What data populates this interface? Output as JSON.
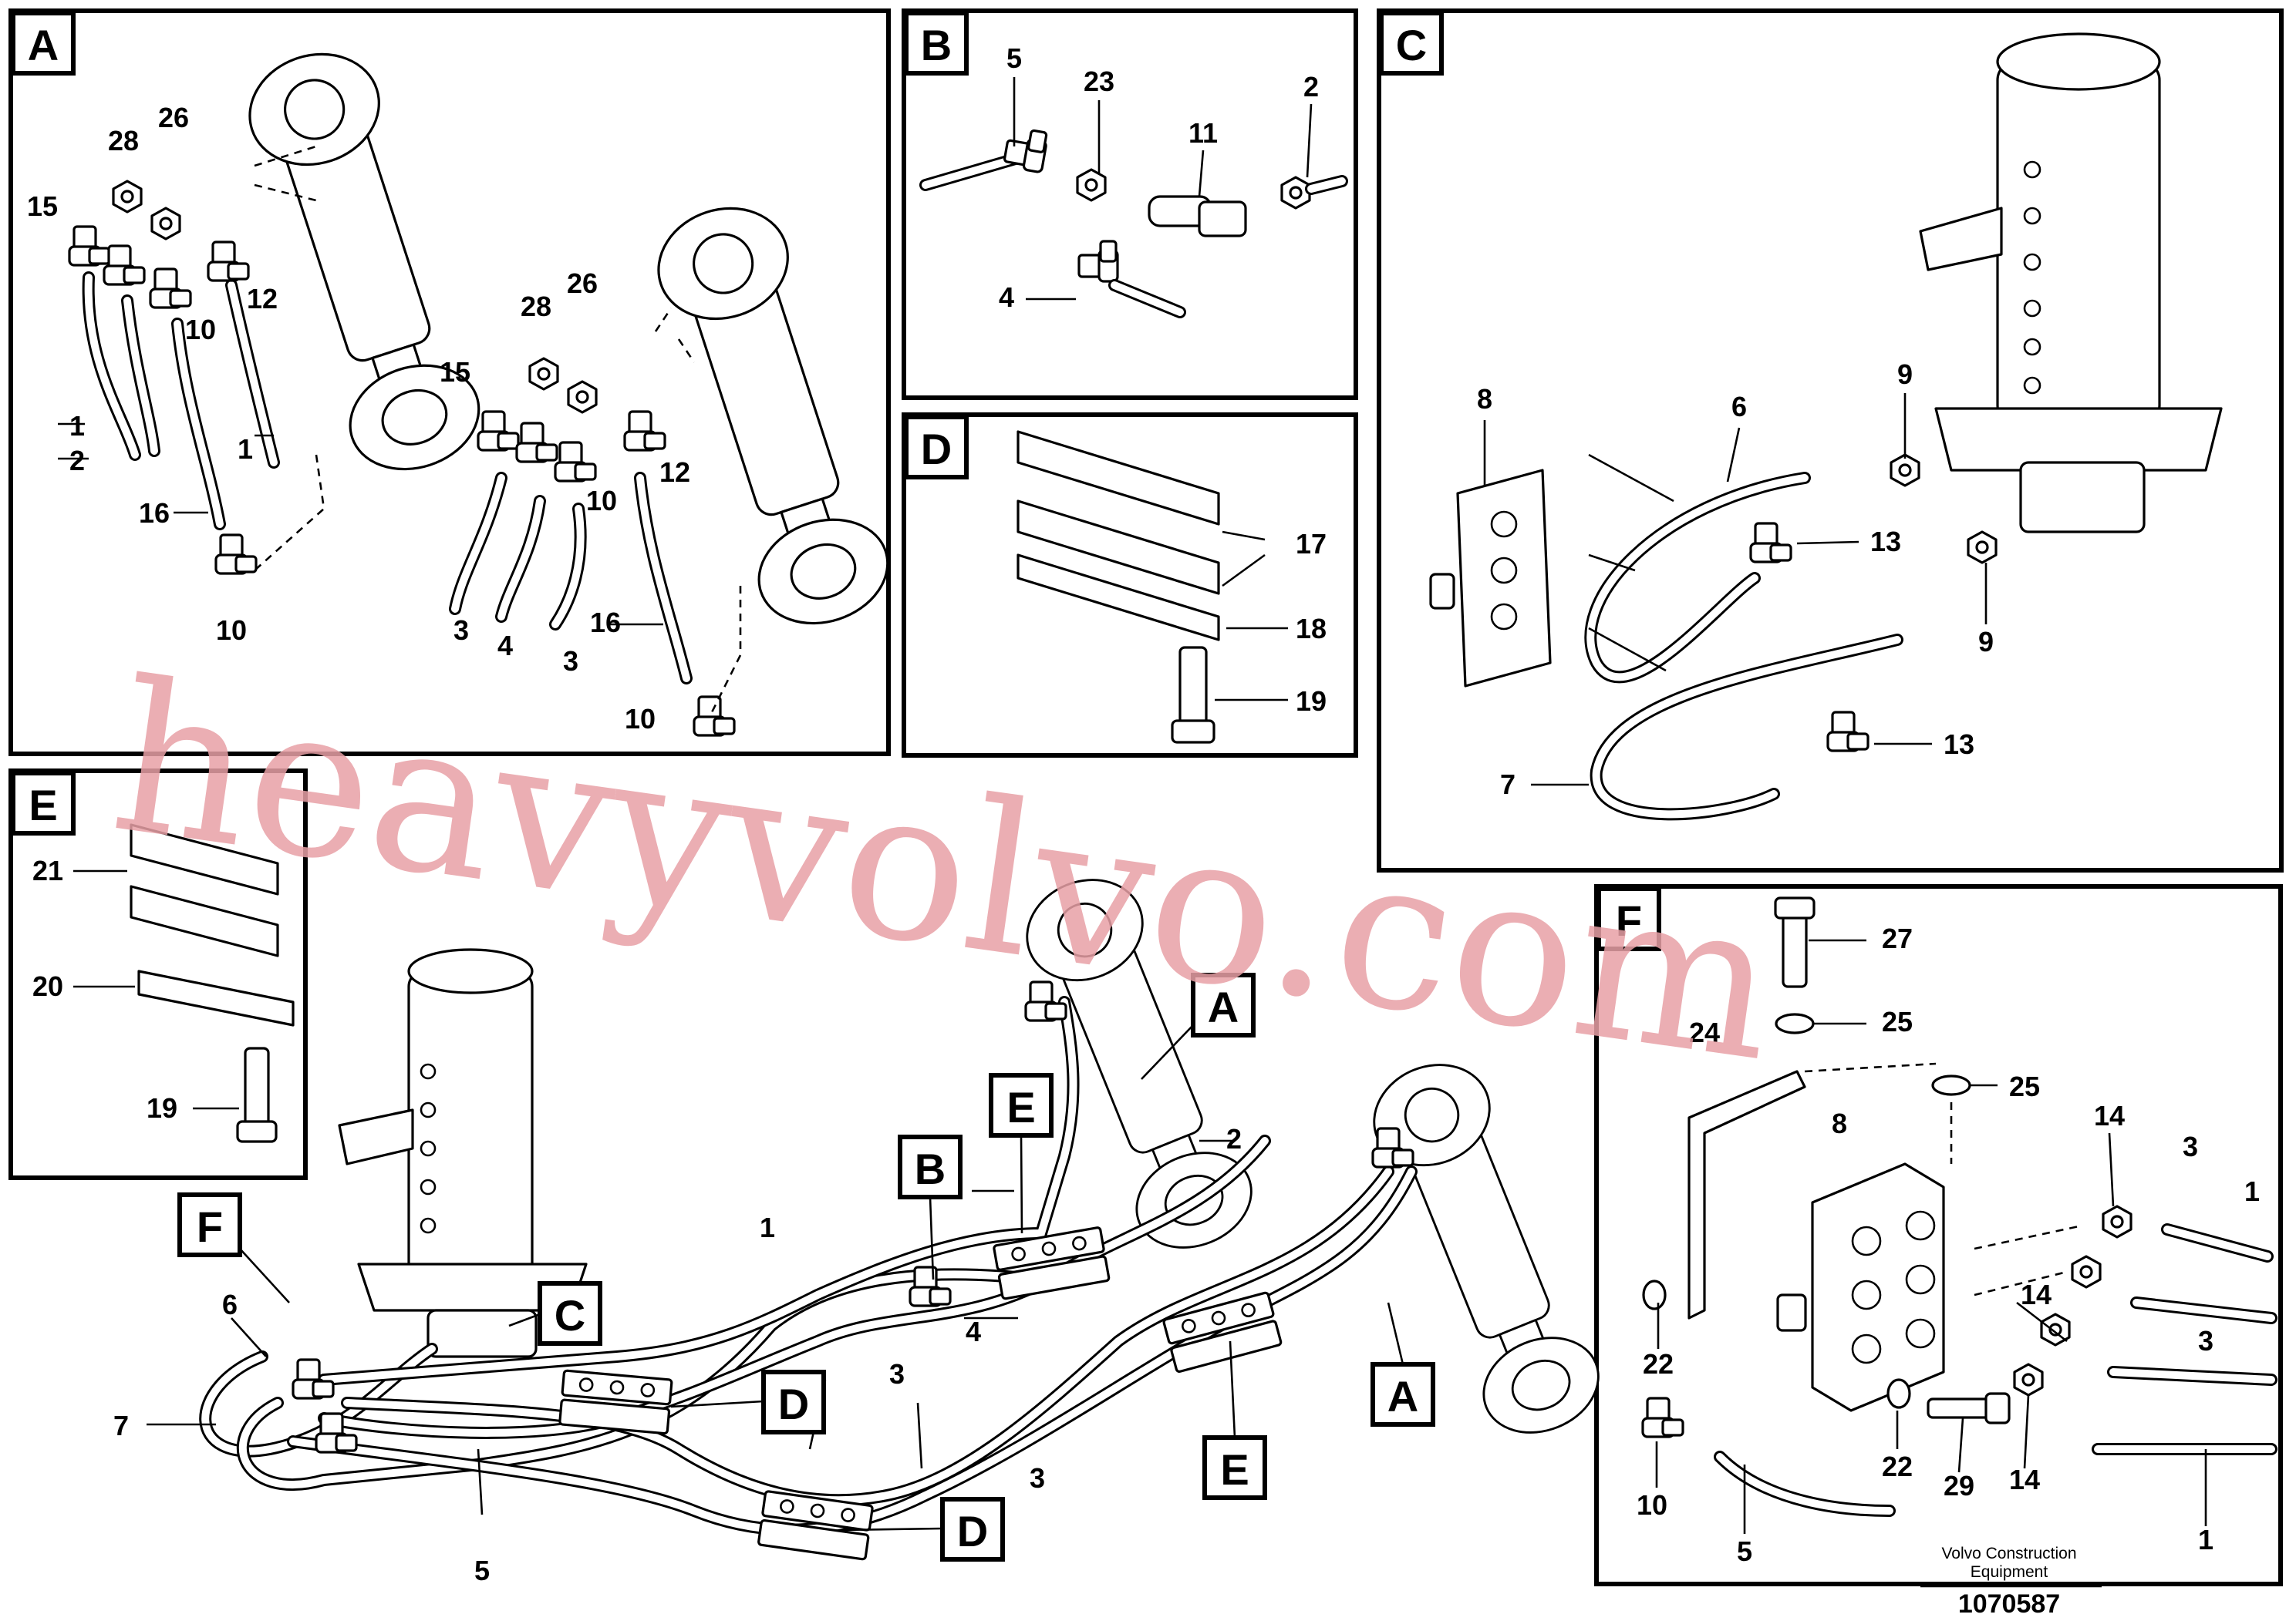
{
  "panels": {
    "A": {
      "letter": "A",
      "labels": [
        "28",
        "26",
        "15",
        "12",
        "10",
        "1",
        "2",
        "16",
        "10",
        "28",
        "26",
        "15",
        "12",
        "10",
        "1",
        "3",
        "4",
        "3",
        "16",
        "10"
      ]
    },
    "B": {
      "letter": "B",
      "labels": [
        "5",
        "23",
        "11",
        "2",
        "4"
      ]
    },
    "C": {
      "letter": "C",
      "labels": [
        "8",
        "6",
        "9",
        "13",
        "9",
        "7",
        "13"
      ]
    },
    "D": {
      "letter": "D",
      "labels": [
        "17",
        "18",
        "19"
      ]
    },
    "E": {
      "letter": "E",
      "labels": [
        "21",
        "20",
        "19"
      ]
    },
    "F": {
      "letter": "F",
      "labels": [
        "27",
        "25",
        "24",
        "25",
        "8",
        "14",
        "3",
        "1",
        "14",
        "22",
        "3",
        "22",
        "14",
        "29",
        "10",
        "5",
        "1"
      ]
    }
  },
  "main": {
    "labels": [
      "1",
      "2",
      "4",
      "3",
      "3",
      "6",
      "7",
      "5"
    ],
    "callouts": [
      "A",
      "A",
      "B",
      "C",
      "D",
      "D",
      "E",
      "E",
      "F"
    ]
  },
  "footer": {
    "brand_line1": "Volvo Construction",
    "brand_line2": "Equipment",
    "doc_number": "1070587"
  },
  "watermark": "heavyvolvo.com"
}
